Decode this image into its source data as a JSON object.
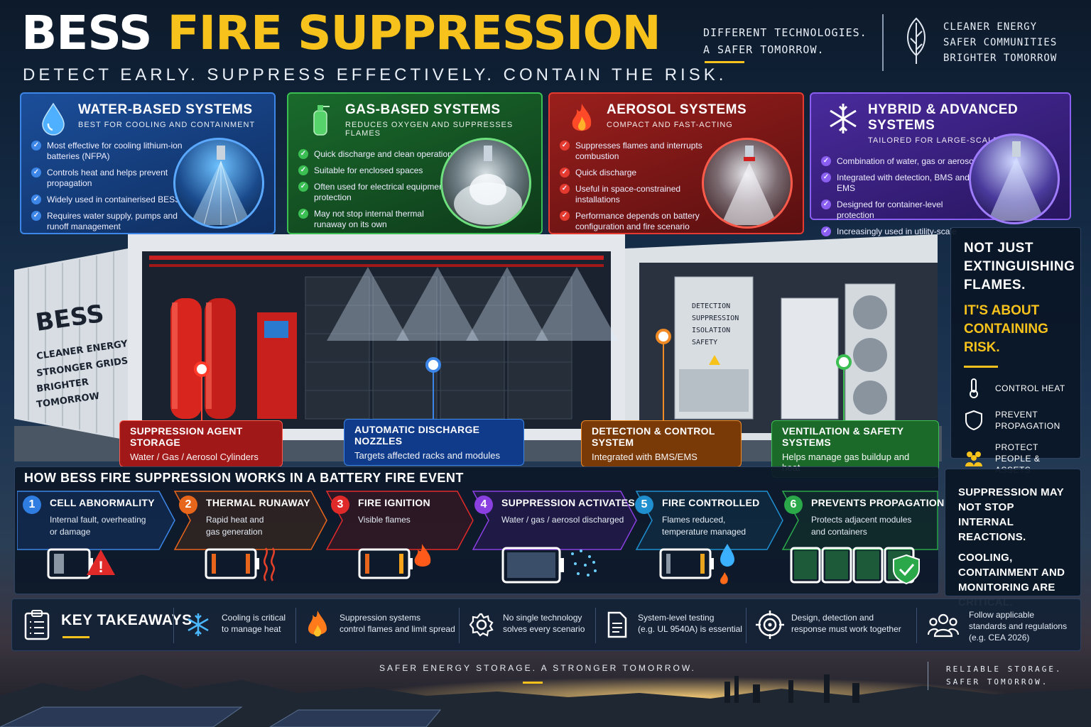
{
  "header": {
    "title_white": "BESS",
    "title_yellow": "FIRE SUPPRESSION",
    "subtitle": "DETECT EARLY. SUPPRESS EFFECTIVELY. CONTAIN THE RISK.",
    "tagline_1": "DIFFERENT TECHNOLOGIES.",
    "tagline_2": "A SAFER TOMORROW.",
    "motto_1": "CLEANER ENERGY",
    "motto_2": "SAFER COMMUNITIES",
    "motto_3": "BRIGHTER TOMORROW",
    "accent_color": "#f7c21b"
  },
  "cards": [
    {
      "title": "WATER-BASED SYSTEMS",
      "subtitle": "BEST FOR COOLING AND CONTAINMENT",
      "icon": "water-drop-icon",
      "color": "#3c86e8",
      "items": [
        "Most effective for cooling lithium-ion batteries (NFPA)",
        "Controls heat and helps prevent propagation",
        "Widely used in containerised BESS",
        "Requires water supply, pumps and runoff management"
      ]
    },
    {
      "title": "GAS-BASED SYSTEMS",
      "subtitle": "REDUCES OXYGEN AND SUPPRESSES FLAMES",
      "icon": "gas-cylinder-icon",
      "color": "#3bbf52",
      "items": [
        "Quick discharge and clean operation",
        "Suitable for enclosed spaces",
        "Often used for electrical equipment protection",
        "May not stop internal thermal runaway on its own"
      ]
    },
    {
      "title": "AEROSOL SYSTEMS",
      "subtitle": "COMPACT AND FAST-ACTING",
      "icon": "flame-icon",
      "color": "#e43a2f",
      "items": [
        "Suppresses flames and interrupts combustion",
        "Quick discharge",
        "Useful in space-constrained installations",
        "Performance depends on battery configuration and fire scenario"
      ]
    },
    {
      "title": "HYBRID & ADVANCED SYSTEMS",
      "subtitle": "TAILORED FOR LARGE-SCALE BESS",
      "icon": "snowflake-icon",
      "color": "#8a5ef0",
      "items": [
        "Combination of water, gas or aerosol",
        "Integrated with detection, BMS and EMS",
        "Designed for container-level protection",
        "Increasingly used in utility-scale projects"
      ]
    }
  ],
  "container": {
    "side_title": "BESS",
    "side_1": "CLEANER ENERGY",
    "side_2": "STRONGER GRIDS",
    "side_3": "BRIGHTER",
    "side_4": "TOMORROW",
    "panel_1": "DETECTION",
    "panel_2": "SUPPRESSION",
    "panel_3": "ISOLATION",
    "panel_4": "SAFETY"
  },
  "labels": [
    {
      "title": "SUPPRESSION AGENT STORAGE",
      "desc": "Water / Gas / Aerosol Cylinders"
    },
    {
      "title": "AUTOMATIC DISCHARGE NOZZLES",
      "desc": "Targets affected racks and modules"
    },
    {
      "title": "DETECTION & CONTROL SYSTEM",
      "desc": "Integrated with BMS/EMS"
    },
    {
      "title": "VENTILATION & SAFETY SYSTEMS",
      "desc": "Helps manage gas buildup and heat"
    }
  ],
  "right_panel": {
    "line_a": "NOT JUST EXTINGUISHING FLAMES.",
    "line_b": "IT'S ABOUT CONTAINING RISK.",
    "items": [
      {
        "icon": "thermometer-icon",
        "label": "CONTROL HEAT"
      },
      {
        "icon": "shield-icon",
        "label": "PREVENT PROPAGATION"
      },
      {
        "icon": "people-icon",
        "label": "PROTECT PEOPLE & ASSETS"
      }
    ]
  },
  "how": {
    "title": "HOW BESS FIRE SUPPRESSION WORKS IN A BATTERY FIRE EVENT",
    "steps": [
      {
        "num": "1",
        "title": "CELL ABNORMALITY",
        "desc_1": "Internal fault, overheating",
        "desc_2": "or damage",
        "color": "#2f7de0"
      },
      {
        "num": "2",
        "title": "THERMAL RUNAWAY",
        "desc_1": "Rapid heat and",
        "desc_2": "gas generation",
        "color": "#e8651c"
      },
      {
        "num": "3",
        "title": "FIRE IGNITION",
        "desc_1": "Visible flames",
        "desc_2": "",
        "color": "#e02a2a"
      },
      {
        "num": "4",
        "title": "SUPPRESSION ACTIVATES",
        "desc_1": "Water / gas / aerosol discharged",
        "desc_2": "",
        "color": "#8a3fe0"
      },
      {
        "num": "5",
        "title": "FIRE CONTROLLED",
        "desc_1": "Flames reduced,",
        "desc_2": "temperature managed",
        "color": "#1f8fd0"
      },
      {
        "num": "6",
        "title": "PREVENTS PROPAGATION",
        "desc_1": "Protects adjacent modules",
        "desc_2": "and containers",
        "color": "#2aa84a"
      }
    ],
    "callout_a": "SUPPRESSION MAY NOT STOP INTERNAL REACTIONS.",
    "callout_b": "COOLING, CONTAINMENT AND MONITORING ARE CRITICAL."
  },
  "takeaways": {
    "title": "KEY TAKEAWAYS",
    "items": [
      {
        "icon": "snowflake-icon",
        "l1": "Cooling is critical",
        "l2": "to manage heat"
      },
      {
        "icon": "flame-icon",
        "l1": "Suppression systems",
        "l2": "control flames and limit spread"
      },
      {
        "icon": "gear-icon",
        "l1": "No single technology",
        "l2": "solves every scenario"
      },
      {
        "icon": "document-icon",
        "l1": "System-level testing",
        "l2": "(e.g. UL 9540A) is essential"
      },
      {
        "icon": "target-icon",
        "l1": "Design, detection and",
        "l2": "response must work together"
      },
      {
        "icon": "people-icon",
        "l1": "Follow applicable",
        "l2": "standards and regulations",
        "l3": "(e.g. CEA 2026)"
      }
    ]
  },
  "footer": {
    "center": "SAFER ENERGY STORAGE. A STRONGER TOMORROW.",
    "right_1": "RELIABLE STORAGE.",
    "right_2": "SAFER TOMORROW."
  }
}
